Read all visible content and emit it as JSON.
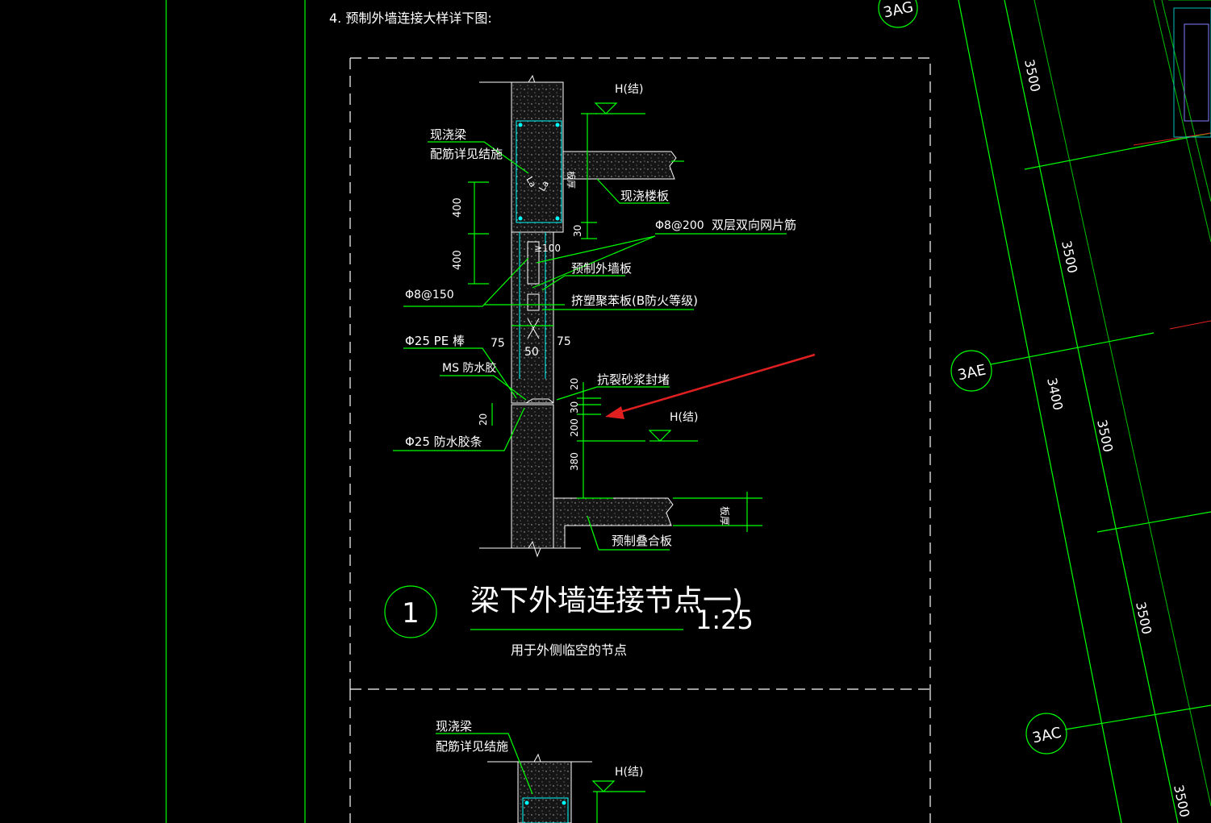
{
  "note_title": "4. 预制外墙连接大样详下图:",
  "grid_bubbles": {
    "top": "3AG",
    "mid": "3AE",
    "low": "3AC"
  },
  "grid_dims": [
    "3500",
    "3500",
    "3400",
    "3500",
    "3500",
    "3500"
  ],
  "detail1": {
    "level_top": "H(结)",
    "level_low": "H(结)",
    "beam_label_1": "现浇梁",
    "beam_label_2": "配筋详见结施",
    "floor_label": "现浇楼板",
    "slab_thk_top": "板厚",
    "rebar_mesh": "Φ8@200",
    "mesh_desc": "双层双向网片筋",
    "precast_wall": "预制外墙板",
    "xps_board": "挤塑聚苯板(B防火等级)",
    "rebar_150": "Φ8@150",
    "pe_rod": "Φ25  PE 棒",
    "ms_glue": "MS 防水胶",
    "strip": "Φ25  防水胶条",
    "crack_mortar": "抗裂砂浆封堵",
    "composite_slab": "预制叠合板",
    "slab_thk_low": "板厚",
    "dim_400a": "400",
    "dim_400b": "400",
    "dim_30_top": "30",
    "dim_100": "≥100",
    "dim_75a": "75",
    "dim_50": "50",
    "dim_75b": "75",
    "dim_20a": "20",
    "dim_30": "30",
    "dim_200": "200",
    "dim_380": "380",
    "dim_20b": "20",
    "dim_la": "La",
    "dim_la2": "La",
    "title": "梁下外墙连接节点一)",
    "scale": "1:25",
    "subtitle": "用于外侧临空的节点",
    "number": "1"
  },
  "detail2": {
    "beam_label_1": "现浇梁",
    "beam_label_2": "配筋详见结施",
    "level_top": "H(结)"
  },
  "colors": {
    "line": "#00ff00",
    "text": "#ffffff",
    "rebar": "#00ffff",
    "arrow": "#e02020"
  }
}
